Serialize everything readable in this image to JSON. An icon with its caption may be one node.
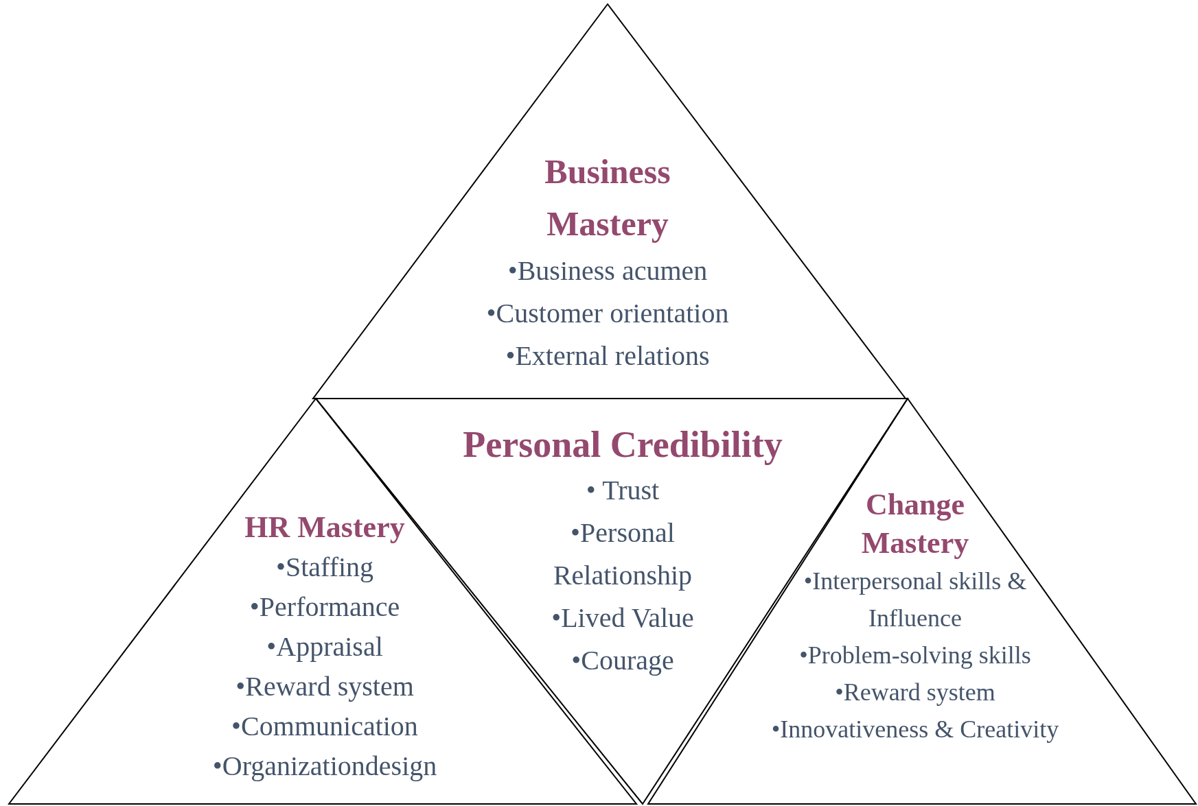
{
  "diagram": {
    "nodes": [
      {
        "text": [
          "Business Mastery",
          "•Business acumen",
          "•Customer orientation",
          "•External relations"
        ]
      },
      {
        "text": [
          "HR Mastery",
          "•Staffing",
          "•Performance",
          "•Appraisal",
          "•Reward system",
          "•Communication",
          "•Organizationdesign"
        ]
      },
      {
        "text": [
          "Personal Credibility",
          "• Trust",
          "•Personal Relationship",
          "•Lived Value",
          "•Courage"
        ]
      },
      {
        "text": [
          "Change Mastery",
          "•Interpersonal skills & Influence",
          "•Problem-solving skills",
          "•Reward system",
          "•Innovativeness & Creativity"
        ]
      }
    ]
  }
}
